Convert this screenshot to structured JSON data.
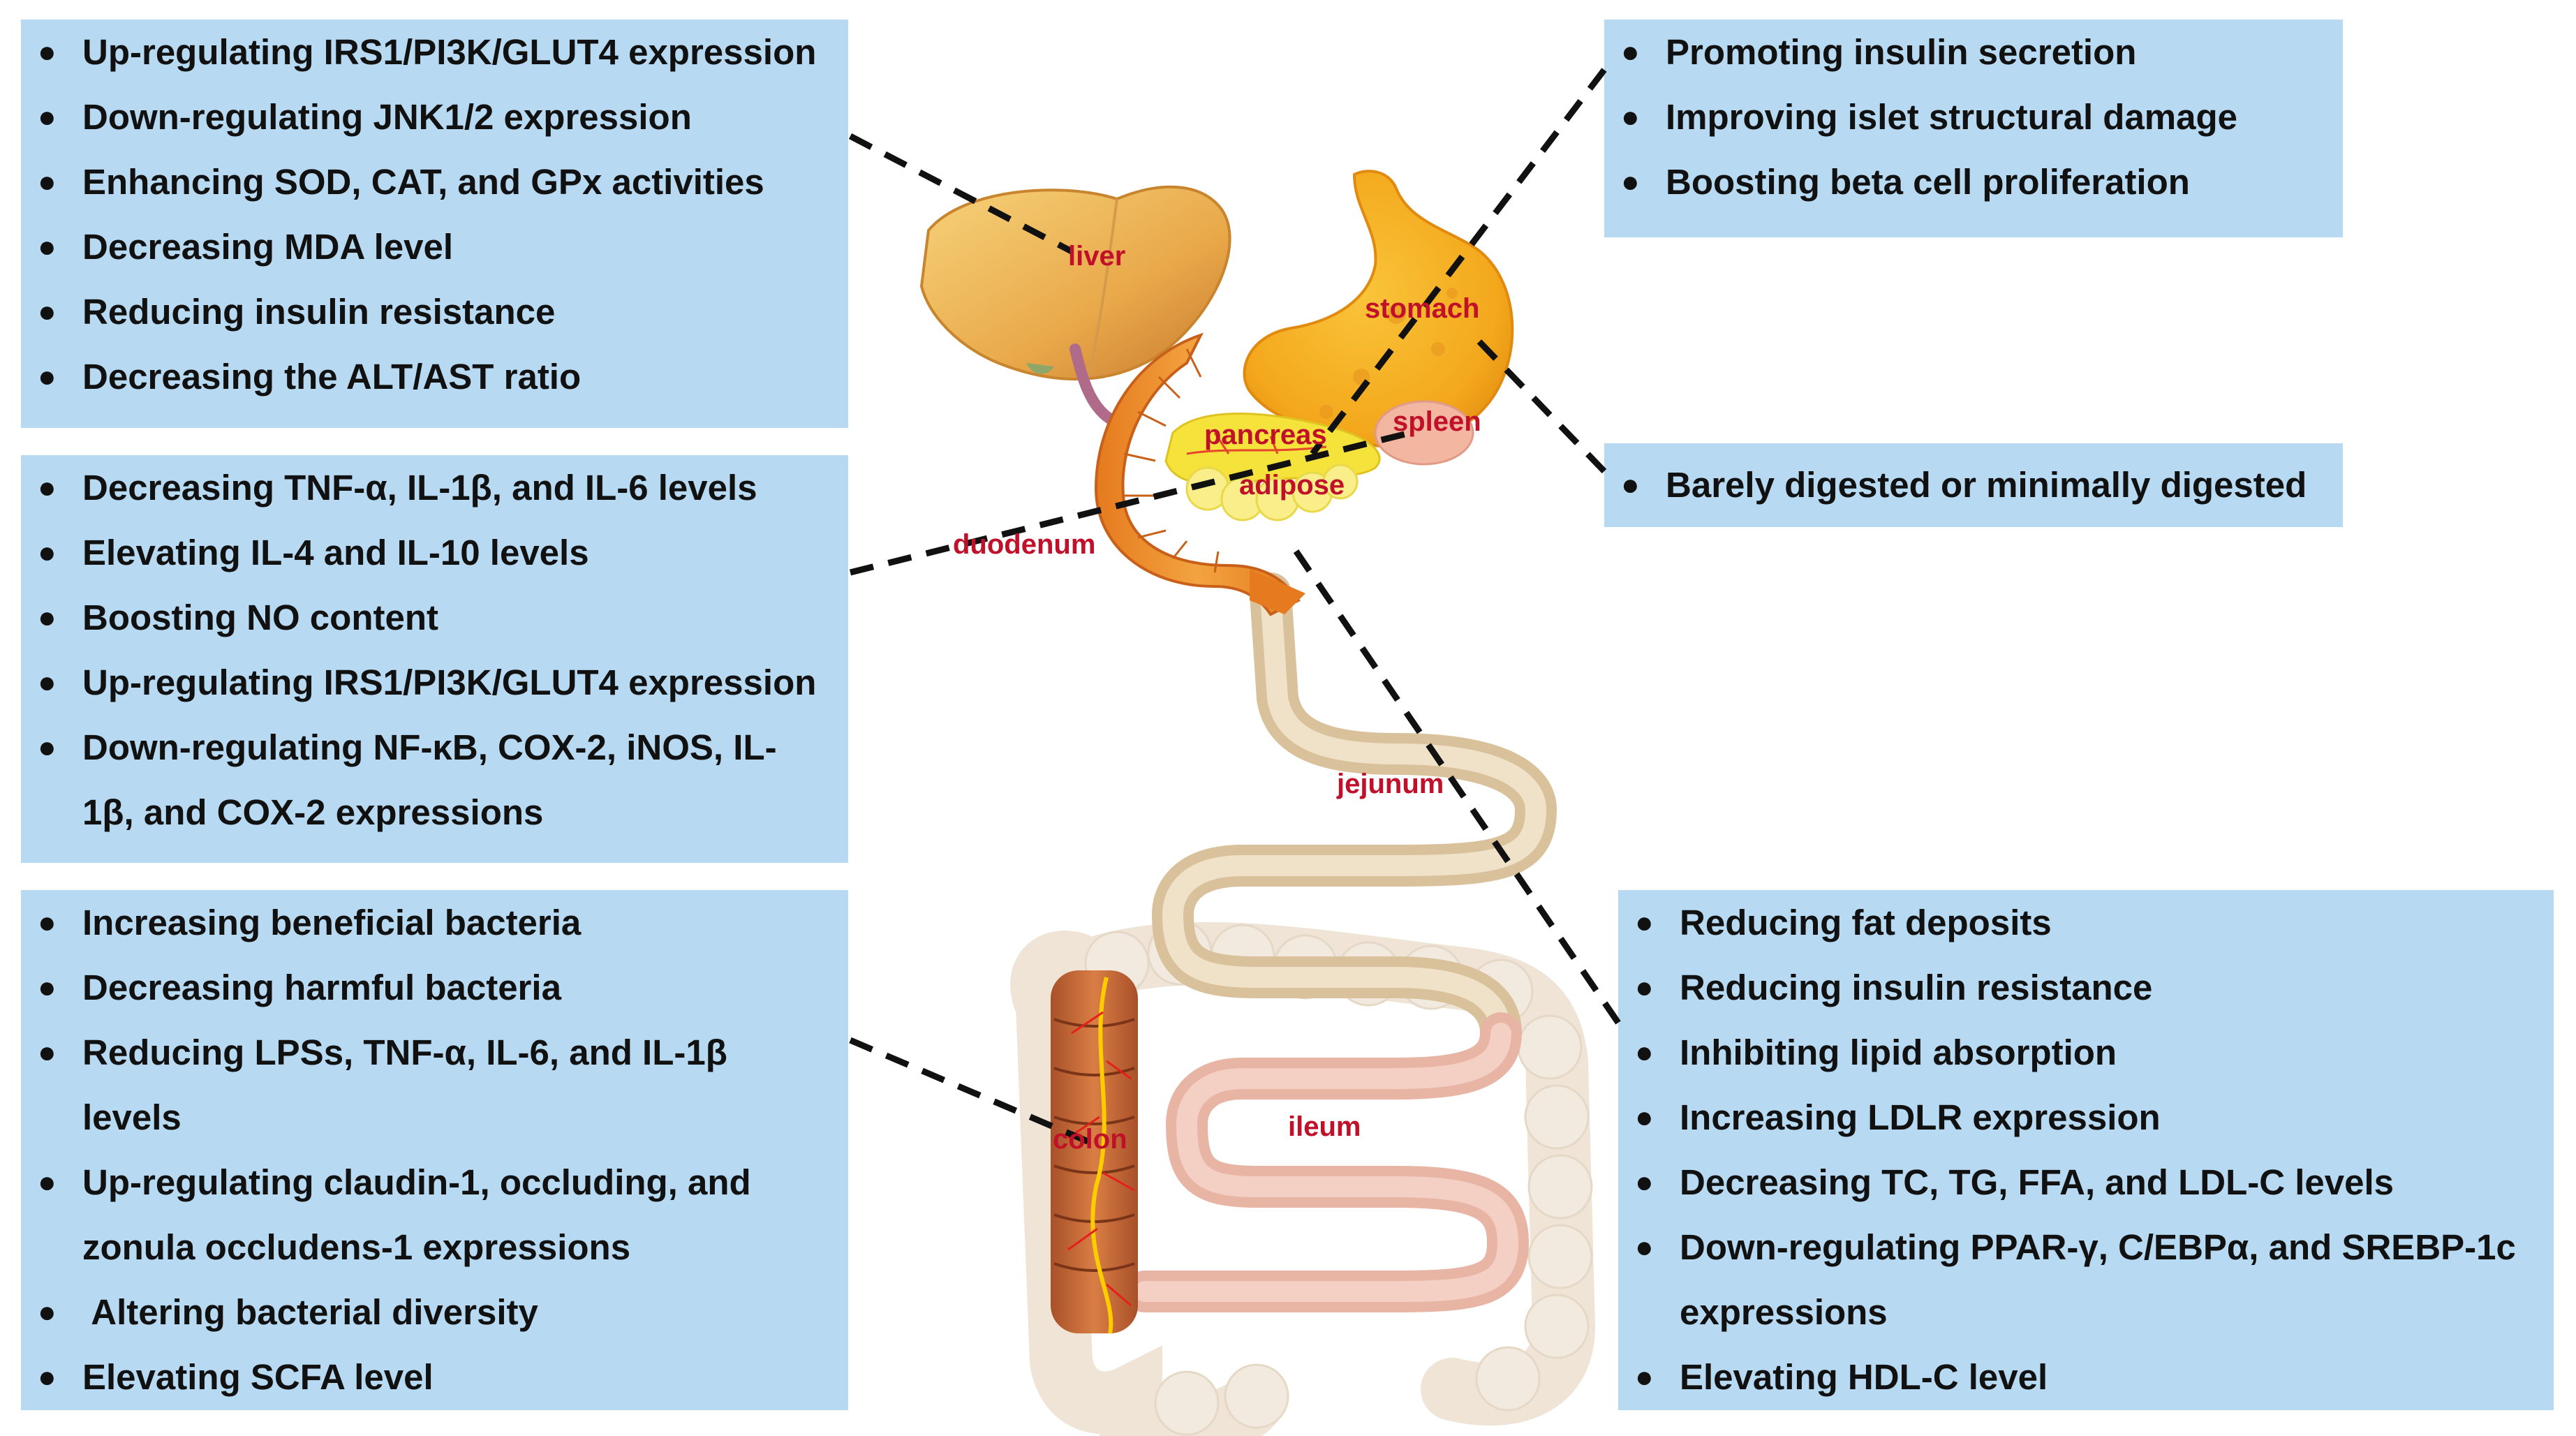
{
  "boxes": {
    "liver": [
      "Up-regulating IRS1/PI3K/GLUT4 expression",
      "Down-regulating JNK1/2 expression",
      "Enhancing SOD, CAT, and GPx activities",
      "Decreasing MDA level",
      "Reducing insulin resistance",
      "Decreasing the ALT/AST ratio"
    ],
    "duodenum": [
      "Decreasing TNF-α,  IL-1β, and IL-6 levels",
      "Elevating IL-4 and IL-10 levels",
      "Boosting NO content",
      "Up-regulating IRS1/PI3K/GLUT4 expression",
      "Down-regulating  NF-κB, COX-2, iNOS, IL-1β, and COX-2 expressions"
    ],
    "colon": [
      "Increasing beneficial bacteria",
      "Decreasing harmful bacteria",
      "Reducing LPSs, TNF-α, IL-6, and IL-1β levels",
      "Up-regulating claudin-1, occluding, and zonula occludens-1 expressions",
      " Altering bacterial diversity",
      "Elevating SCFA level"
    ],
    "pancreas": [
      "Promoting insulin secretion",
      "Improving islet structural damage",
      "Boosting beta cell proliferation"
    ],
    "stomach": [
      "Barely digested or minimally digested"
    ],
    "ileum": [
      "Reducing fat deposits",
      "Reducing insulin resistance",
      "Inhibiting lipid absorption",
      "Increasing LDLR expression",
      "Decreasing TC, TG, FFA, and LDL-C levels",
      "Down-regulating PPAR-γ, C/EBPα, and SREBP-1c expressions",
      "Elevating HDL-C level"
    ]
  },
  "organs": {
    "liver": "liver",
    "stomach": "stomach",
    "spleen": "spleen",
    "pancreas": "pancreas",
    "adipose": "adipose",
    "duodenum": "duodenum",
    "jejunum": "jejunum",
    "ileum": "ileum",
    "colon": "colon"
  },
  "colors": {
    "box_fill": "#b7d9f1",
    "label_red": "#c0102a",
    "liver": "#e9a94a",
    "stomach": "#f4a81c",
    "small_intestine": "#d9c29b",
    "ileum": "#e8b5a5",
    "colon": "#c76b3a",
    "colon_pale": "#efe4d6",
    "pancreas": "#f5e33c",
    "spleen": "#f3b6a0"
  }
}
